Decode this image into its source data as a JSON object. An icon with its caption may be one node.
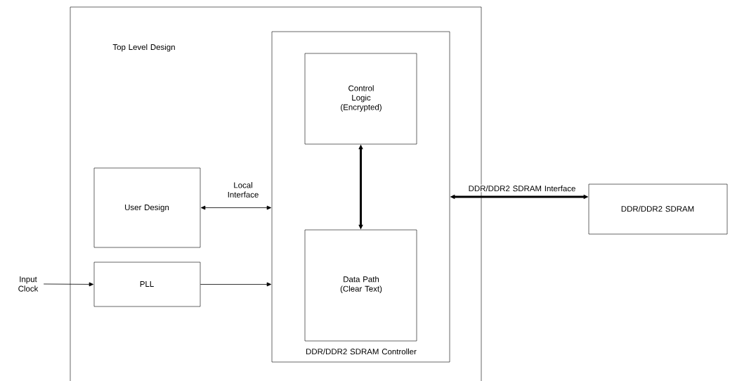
{
  "diagram": {
    "nodes": [
      {
        "text": [
          "Top Level Design"
        ]
      },
      {
        "text": [
          "DDR/DDR2 SDRAM Controller"
        ],
        "in": 0
      },
      {
        "text": [
          "Control Logic (Encrypted)"
        ],
        "in": 1
      },
      {
        "text": [
          "Data Path (Clear Text)"
        ],
        "in": 1
      },
      {
        "text": [
          "User Design"
        ],
        "in": 0
      },
      {
        "text": [
          "PLL"
        ],
        "in": 0
      },
      {
        "text": [
          "DDR/DDR2 SDRAM"
        ]
      },
      {
        "text": [
          "Input Clock"
        ]
      }
    ],
    "edges": [
      {
        "from": 4,
        "to": 1,
        "arrow": "both",
        "label": "Local Interface"
      },
      {
        "from": 5,
        "to": 1,
        "arrow": "to"
      },
      {
        "from": 2,
        "to": 3,
        "arrow": "both",
        "style": "thick"
      },
      {
        "from": 1,
        "to": 6,
        "arrow": "both",
        "style": "thick",
        "label": "DDR/DDR2 SDRAM Interface"
      },
      {
        "from": 7,
        "to": 5,
        "arrow": "to"
      }
    ]
  }
}
